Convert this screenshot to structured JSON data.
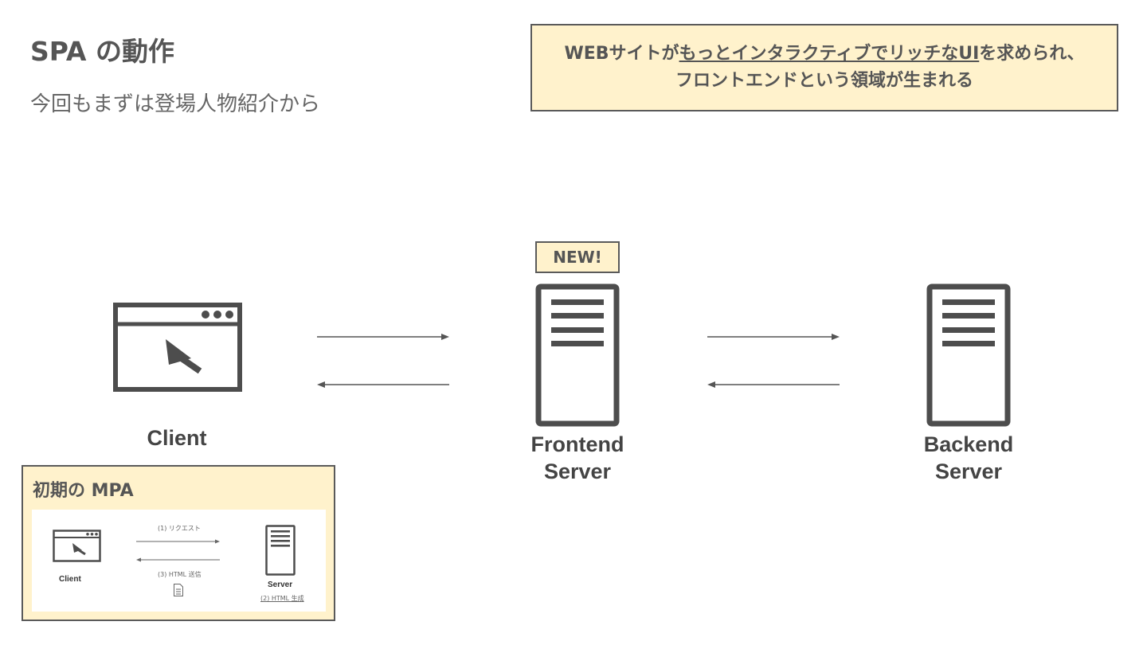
{
  "slide": {
    "title": "SPA の動作",
    "subtitle": "今回もまずは登場人物紹介から"
  },
  "callout": {
    "line1_prefix": "WEBサイトが",
    "line1_underlined": "もっとインタラクティブでリッチなUI",
    "line1_suffix": "を求められ、",
    "line2": "フロントエンドという領域が生まれる"
  },
  "badge": {
    "label": "NEW!"
  },
  "nodes": {
    "client": {
      "label": "Client"
    },
    "frontend": {
      "line1": "Frontend",
      "line2": "Server"
    },
    "backend": {
      "line1": "Backend",
      "line2": "Server"
    }
  },
  "inset": {
    "title": "初期の MPA",
    "client_label": "Client",
    "server_label": "Server",
    "request_label": "(1) リクエスト",
    "response_label": "(3) HTML 送信",
    "generate_label": "(2) HTML 生成"
  },
  "icons": {
    "client": "browser-window-cursor-icon",
    "server": "server-tower-icon",
    "document": "document-icon"
  },
  "colors": {
    "callout_bg": "#fff2cc",
    "icon": "#4d4d4d"
  }
}
